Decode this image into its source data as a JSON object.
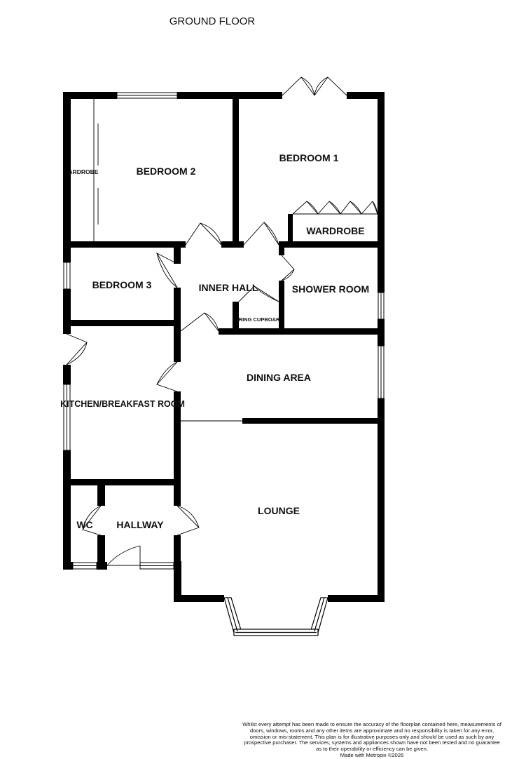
{
  "title": "GROUND FLOOR",
  "rooms": {
    "bedroom1": "BEDROOM 1",
    "bedroom2": "BEDROOM 2",
    "bedroom3": "BEDROOM 3",
    "wardrobe_main": "WARDROBE",
    "wardrobe_left": "ARDROBE",
    "inner_hall": "INNER HALL",
    "shower_room": "SHOWER ROOM",
    "airing_cupboard": "IRING CUPBOAR",
    "dining_area": "DINING AREA",
    "kitchen": "KITCHEN/BREAKFAST ROOM",
    "lounge": "LOUNGE",
    "wc": "WC",
    "hallway": "HALLWAY"
  },
  "disclaimer": "Whilst every attempt has been made to ensure the accuracy of the floorplan contained here, measurements of doors, windows, rooms and any other items are approximate and no responsibility is taken for any error, omission or mis-statement. This plan is for illustrative purposes only and should be used as such by any prospective purchaser. The services, systems and appliances shown have not been tested and no guarantee as to their operability or efficiency can be given.",
  "made_with": "Made with Metropix ©2026",
  "colors": {
    "wall": "#000000",
    "background": "#ffffff"
  }
}
